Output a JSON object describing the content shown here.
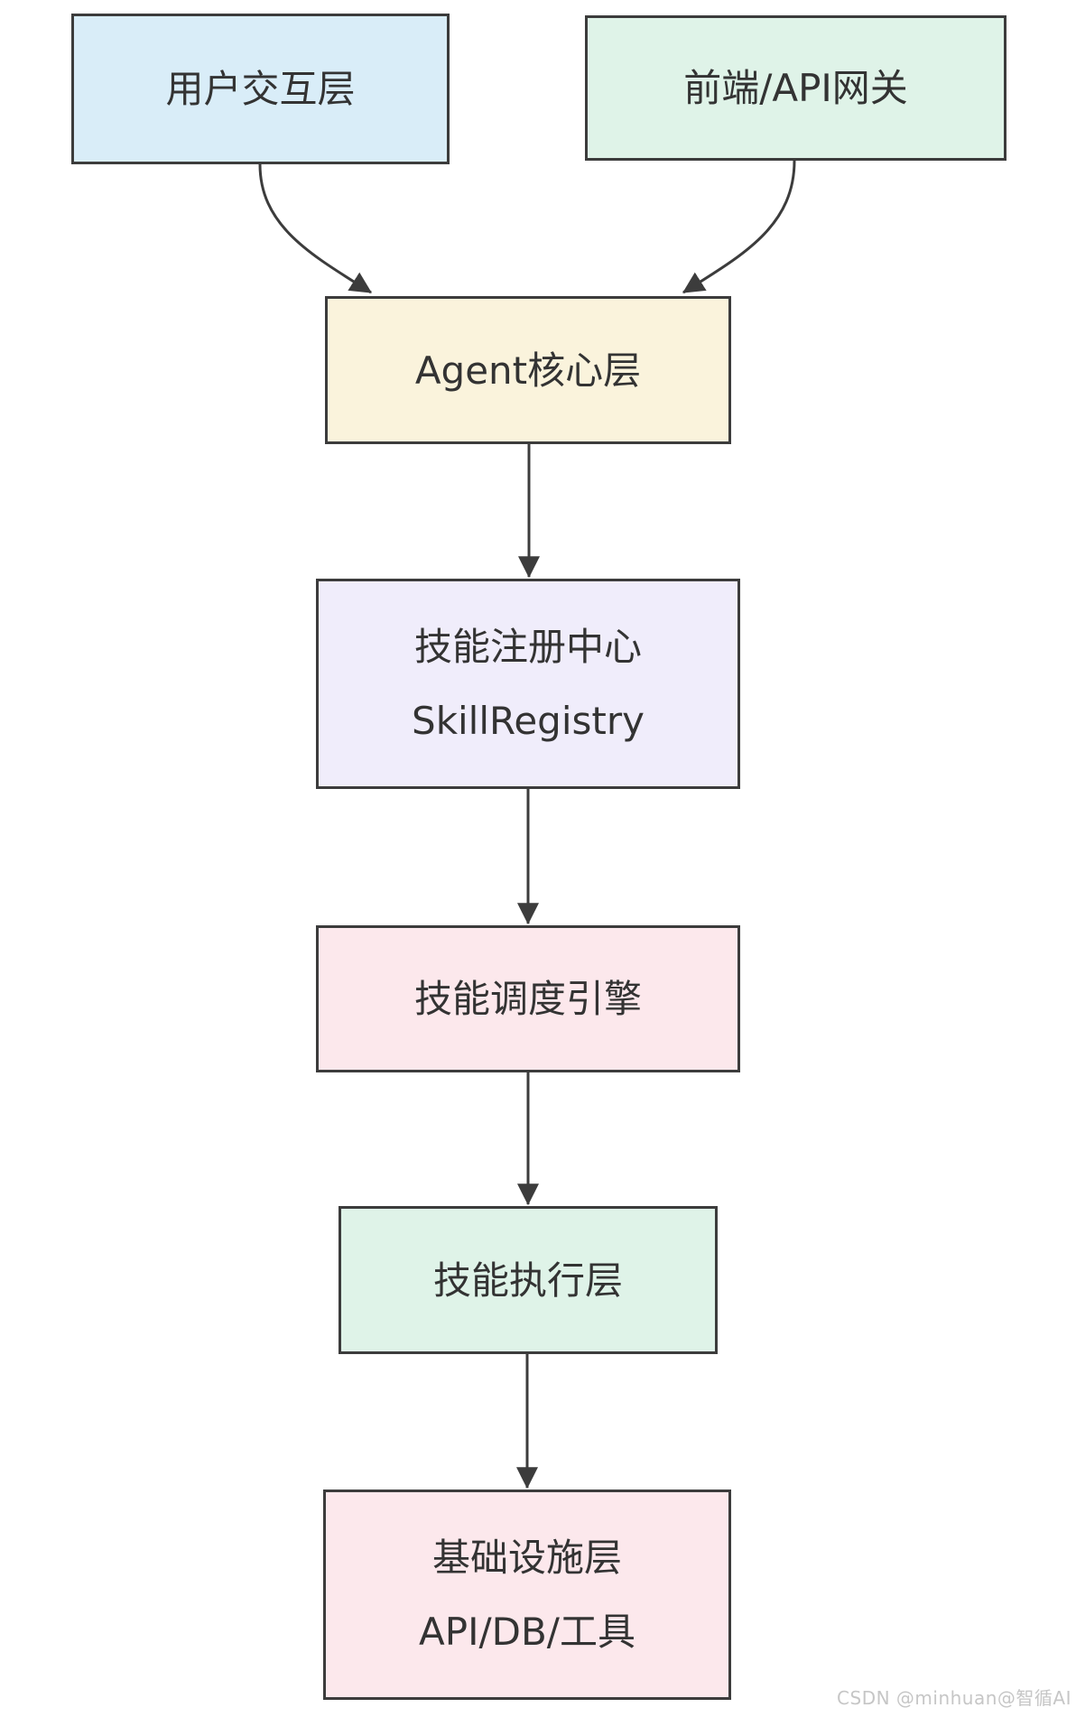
{
  "diagram": {
    "nodes": {
      "user_layer": {
        "label": "用户交互层"
      },
      "gateway": {
        "label": "前端/API网关"
      },
      "agent_core": {
        "label": "Agent核心层"
      },
      "skill_registry": {
        "line1": "技能注册中心",
        "line2": "SkillRegistry"
      },
      "scheduler": {
        "label": "技能调度引擎"
      },
      "executor": {
        "label": "技能执行层"
      },
      "infrastructure": {
        "line1": "基础设施层",
        "line2": "API/DB/工具"
      }
    },
    "colors": {
      "user_layer": "#d9edf8",
      "gateway": "#dff3e8",
      "agent_core": "#faf3dc",
      "skill_registry": "#f0edfb",
      "scheduler": "#fce8ec",
      "executor": "#dff3e8",
      "infrastructure": "#fce8ec",
      "border": "#3c3c3c",
      "text": "#333333"
    }
  },
  "watermark": {
    "text": "CSDN @minhuan@智循AI",
    "color": "#c6c6c6"
  }
}
